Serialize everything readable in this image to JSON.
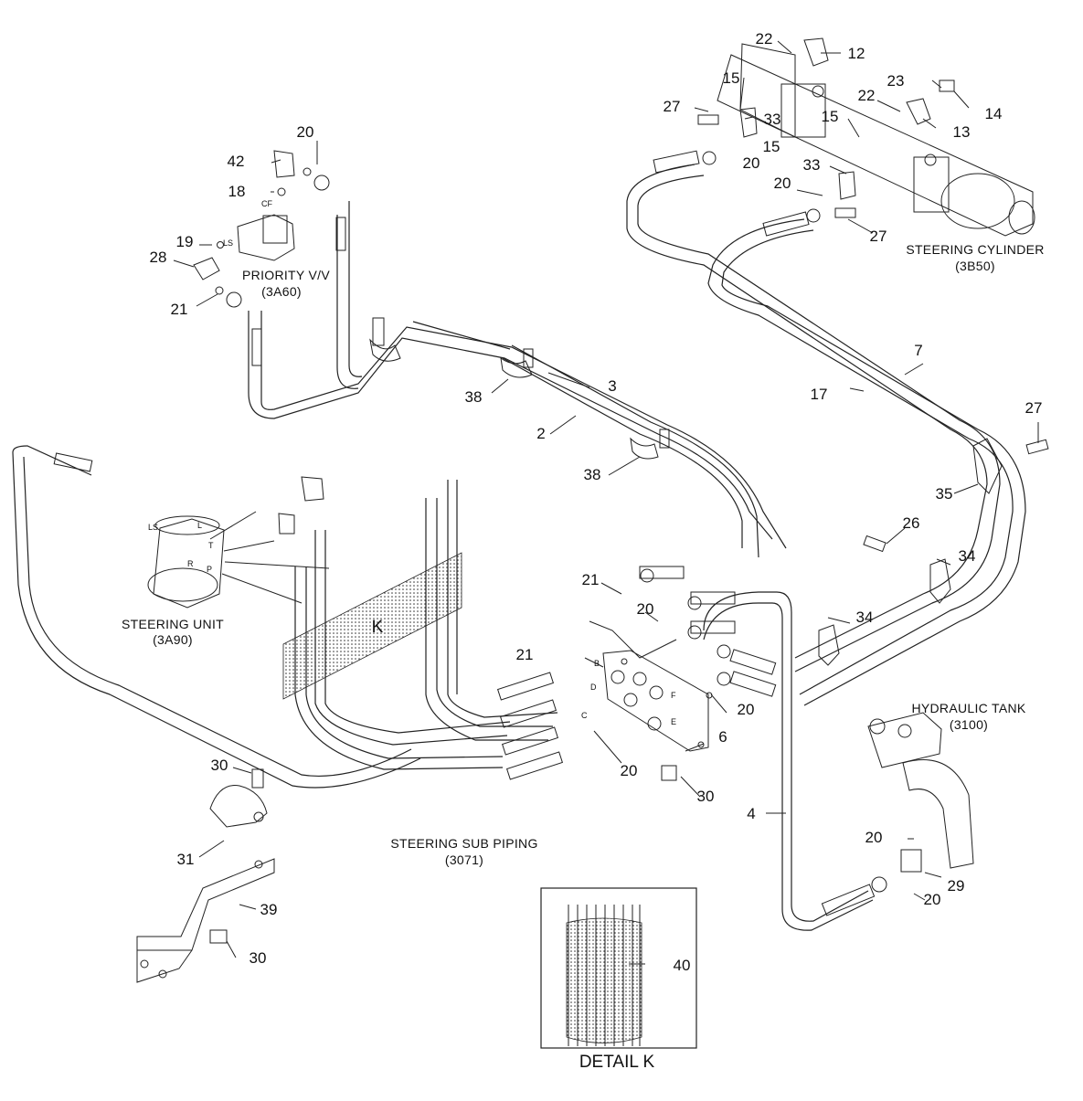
{
  "components": {
    "steering_unit": {
      "name": "STEERING UNIT",
      "code": "(3A90)"
    },
    "priority_valve": {
      "name": "PRIORITY V/V",
      "code": "(3A60)"
    },
    "steering_cylinder": {
      "name": "STEERING CYLINDER",
      "code": "(3B50)"
    },
    "hydraulic_tank": {
      "name": "HYDRAULIC TANK",
      "code": "(3100)"
    },
    "steering_sub_piping": {
      "name": "STEERING SUB PIPING",
      "code": "(3071)"
    }
  },
  "detail": {
    "title": "DETAIL K",
    "area_letter": "K"
  },
  "port_letters": {
    "cf": "CF",
    "ls_valve": "LS",
    "ls_unit": "LS",
    "t": "T",
    "r": "R",
    "p": "P",
    "l": "L",
    "b": "B",
    "d": "D",
    "c": "C",
    "f": "F",
    "e": "E"
  },
  "callouts": [
    "22",
    "12",
    "15",
    "27",
    "33",
    "15",
    "20",
    "22",
    "23",
    "14",
    "15",
    "13",
    "33",
    "20",
    "27",
    "20",
    "42",
    "18",
    "19",
    "28",
    "21",
    "3",
    "38",
    "2",
    "38",
    "7",
    "17",
    "27",
    "35",
    "26",
    "34",
    "34",
    "21",
    "20",
    "21",
    "20",
    "6",
    "20",
    "30",
    "4",
    "30",
    "31",
    "39",
    "30",
    "20",
    "29",
    "20",
    "40"
  ]
}
